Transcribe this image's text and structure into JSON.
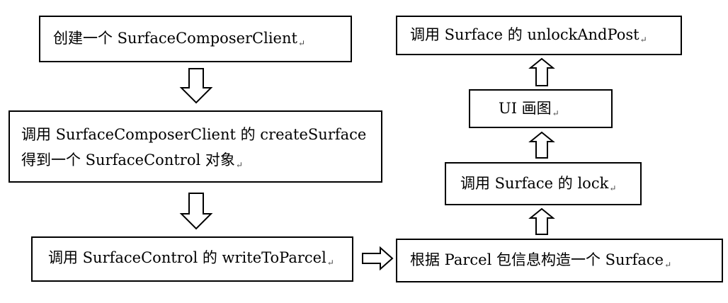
{
  "nodes": {
    "create_client": {
      "lines": [
        "创建一个 SurfaceComposerClient"
      ]
    },
    "create_surface": {
      "lines": [
        "调用 SurfaceComposerClient 的 createSurface",
        "得到一个 SurfaceControl 对象"
      ]
    },
    "write_parcel": {
      "lines": [
        "调用 SurfaceControl 的 writeToParcel"
      ]
    },
    "build_surface": {
      "lines": [
        "根据 Parcel 包信息构造一个 Surface"
      ]
    },
    "lock": {
      "lines": [
        "调用 Surface 的 lock"
      ]
    },
    "ui_draw": {
      "lines": [
        "UI 画图"
      ]
    },
    "unlock_post": {
      "lines": [
        "调用 Surface 的 unlockAndPost"
      ]
    }
  },
  "paragraph_mark": "↵"
}
